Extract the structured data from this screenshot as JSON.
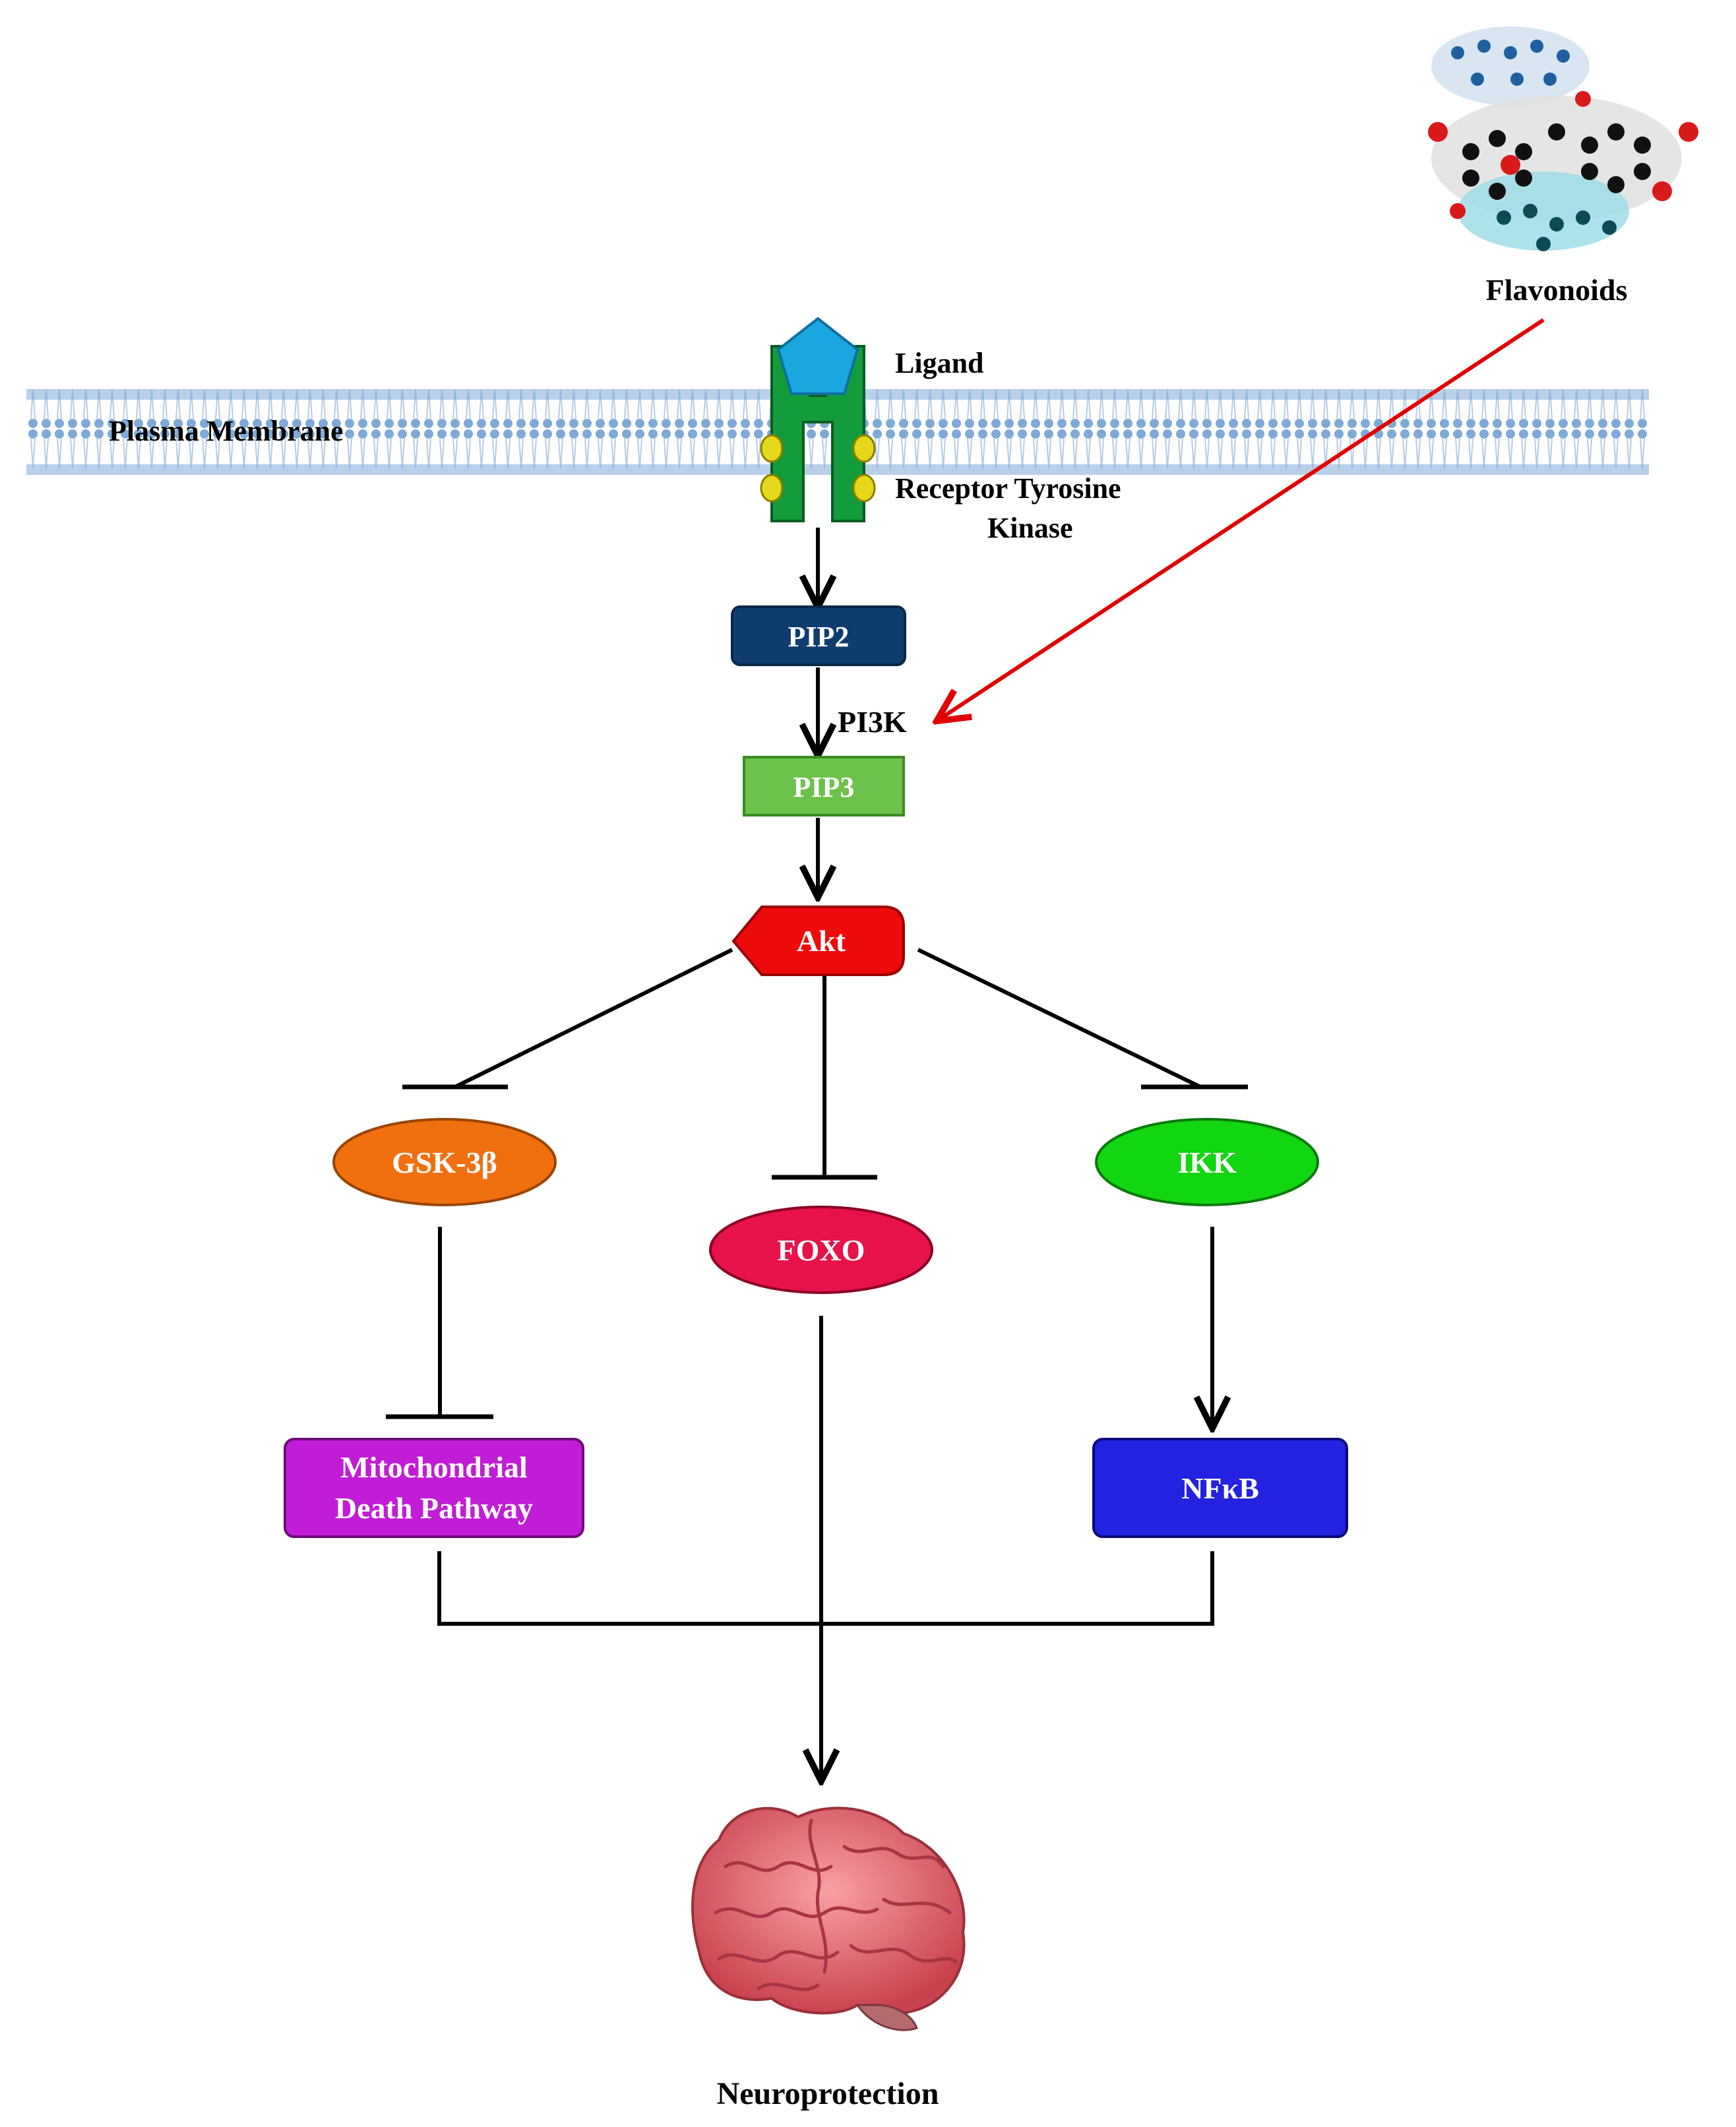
{
  "labels": {
    "flavonoids": "Flavonoids",
    "ligand": "Ligand",
    "plasma_membrane": "Plasma Membrane",
    "rtk_line1": "Receptor Tyrosine",
    "rtk_line2": "Kinase",
    "pi3k": "PI3K",
    "neuroprotection": "Neuroprotection"
  },
  "nodes": {
    "pip2": "PIP2",
    "pip3": "PIP3",
    "akt": "Akt",
    "gsk": "GSK-3β",
    "foxo": "FOXO",
    "ikk": "IKK",
    "mito_line1": "Mitochondrial",
    "mito_line2": "Death Pathway",
    "nfkb": "NFκB"
  },
  "colors": {
    "pip2": "#0f3d6e",
    "pip3": "#6cc24a",
    "akt": "#ee0b0b",
    "gsk": "#f07010",
    "foxo": "#e8124a",
    "ikk": "#12d612",
    "mito": "#c21dd6",
    "nfkb": "#2222e0",
    "receptor": "#139c3c",
    "ligand": "#1aa7e0",
    "membrane": "#7fa9d6",
    "flavonoid_arrow": "#e00000"
  },
  "icons": {
    "molecule": "flavonoid-molecule-icon",
    "brain": "brain-icon"
  }
}
